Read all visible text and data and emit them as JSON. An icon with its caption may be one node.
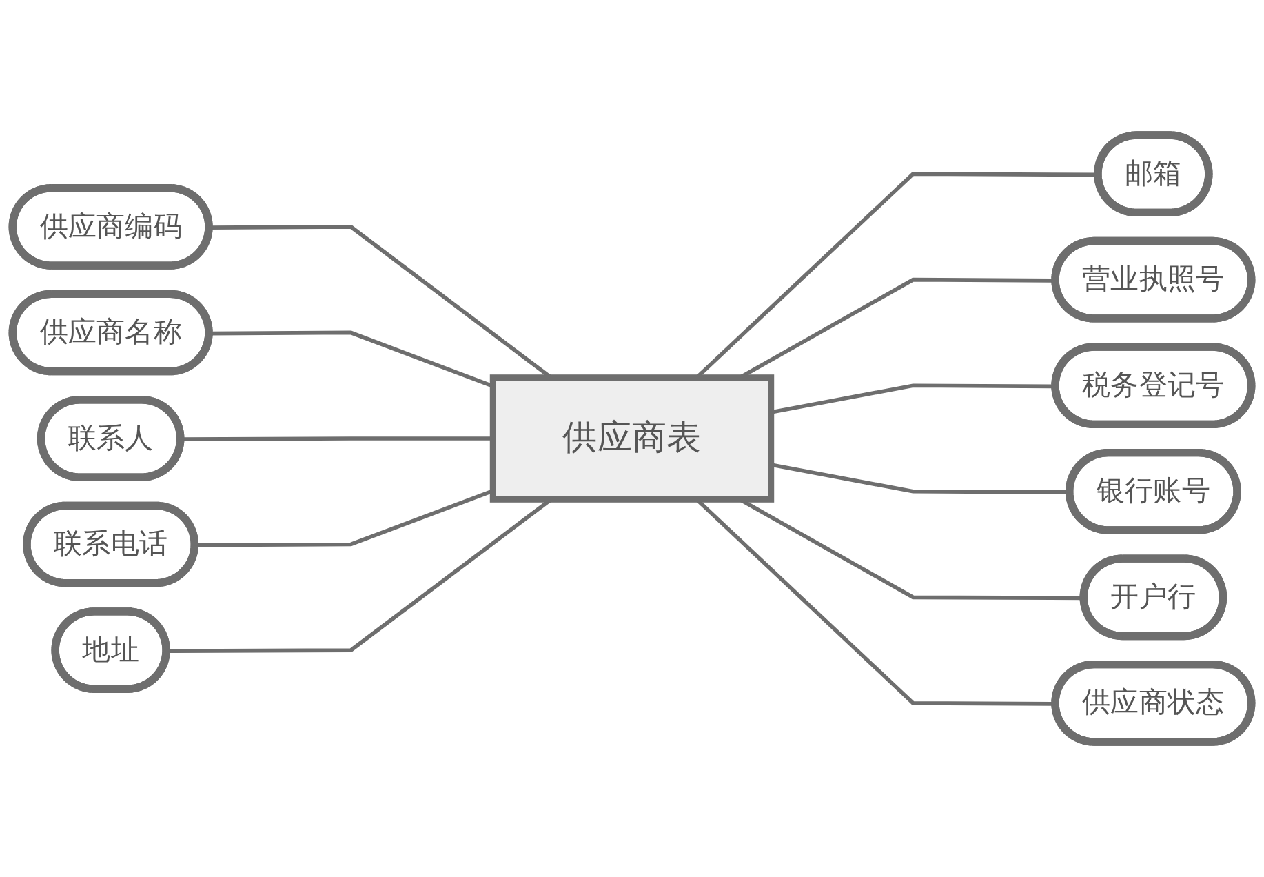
{
  "diagram": {
    "nodes": [
      {
        "text": [
          "供应商编码"
        ]
      },
      {
        "text": [
          "供应商名称"
        ]
      },
      {
        "text": [
          "联系人"
        ]
      },
      {
        "text": [
          "联系电话"
        ]
      },
      {
        "text": [
          "地址"
        ]
      },
      {
        "text": [
          "供应商表"
        ]
      },
      {
        "text": [
          "邮箱"
        ]
      },
      {
        "text": [
          "营业执照号"
        ]
      },
      {
        "text": [
          "税务登记号"
        ]
      },
      {
        "text": [
          "银行账号"
        ]
      },
      {
        "text": [
          "开户行"
        ]
      },
      {
        "text": [
          "供应商状态"
        ]
      }
    ],
    "edges": [
      {
        "from": 0,
        "to": 5,
        "arrow": "none"
      },
      {
        "from": 1,
        "to": 5,
        "arrow": "none"
      },
      {
        "from": 2,
        "to": 5,
        "arrow": "none"
      },
      {
        "from": 3,
        "to": 5,
        "arrow": "none"
      },
      {
        "from": 4,
        "to": 5,
        "arrow": "none"
      },
      {
        "from": 5,
        "to": 6,
        "arrow": "none"
      },
      {
        "from": 5,
        "to": 7,
        "arrow": "none"
      },
      {
        "from": 5,
        "to": 8,
        "arrow": "none"
      },
      {
        "from": 5,
        "to": 9,
        "arrow": "none"
      },
      {
        "from": 5,
        "to": 10,
        "arrow": "none"
      },
      {
        "from": 5,
        "to": 11,
        "arrow": "none"
      }
    ]
  }
}
